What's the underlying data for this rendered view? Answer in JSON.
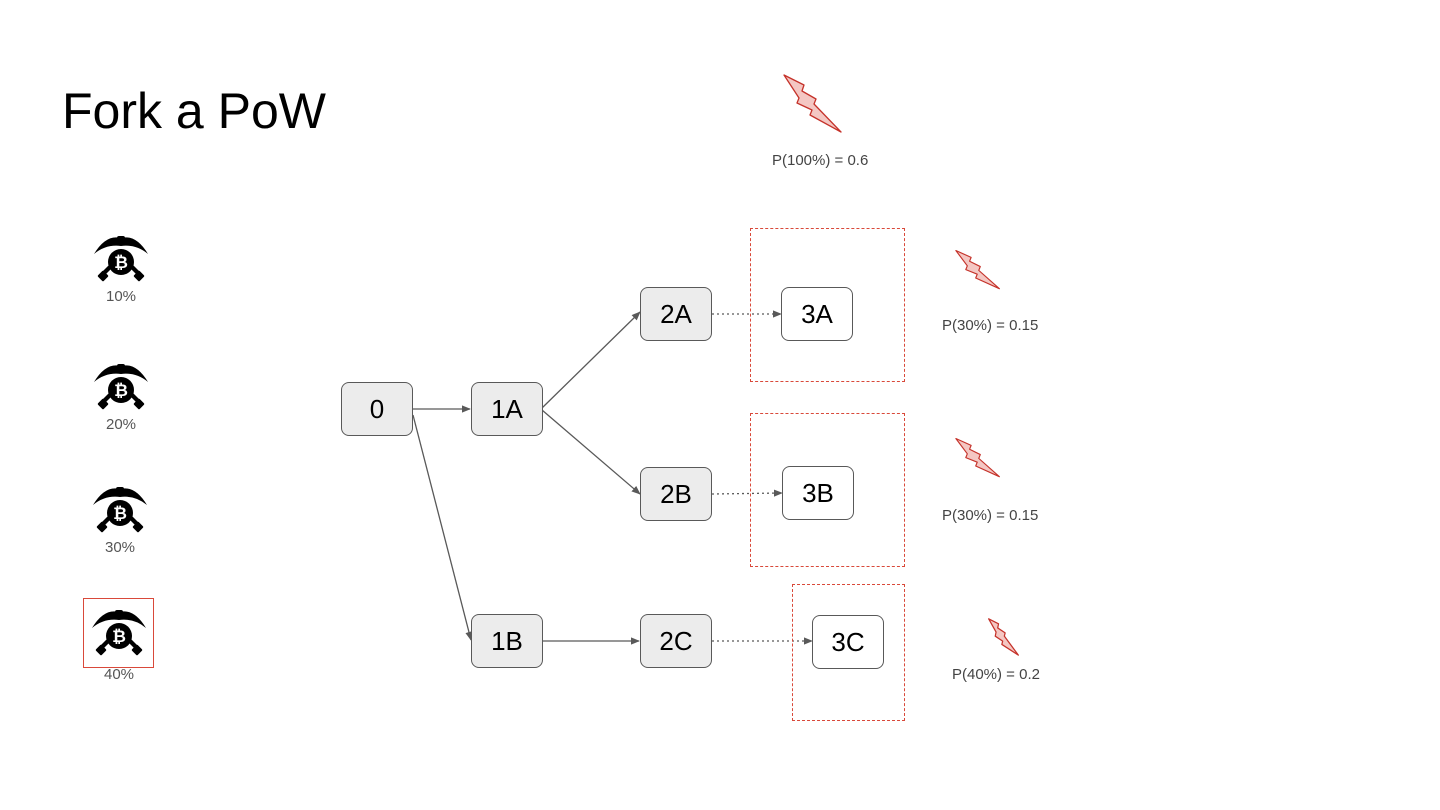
{
  "title": "Fork a PoW",
  "miners": [
    {
      "label": "10%",
      "icon": "miner-bitcoin-icon",
      "highlighted": false
    },
    {
      "label": "20%",
      "icon": "miner-bitcoin-icon",
      "highlighted": false
    },
    {
      "label": "30%",
      "icon": "miner-bitcoin-icon",
      "highlighted": false
    },
    {
      "label": "40%",
      "icon": "miner-bitcoin-icon",
      "highlighted": true
    }
  ],
  "blocks": {
    "b0": "0",
    "b1A": "1A",
    "b1B": "1B",
    "b2A": "2A",
    "b2B": "2B",
    "b2C": "2C",
    "b3A": "3A",
    "b3B": "3B",
    "b3C": "3C"
  },
  "probabilities": {
    "top": "P(100%) = 0.6",
    "a": "P(30%) = 0.15",
    "b": "P(30%) = 0.15",
    "c": "P(40%) = 0.2"
  },
  "colors": {
    "accent_red": "#d9493a",
    "bolt_fill": "#f4c7c3",
    "block_grey": "#ececec",
    "edge": "#595959"
  }
}
